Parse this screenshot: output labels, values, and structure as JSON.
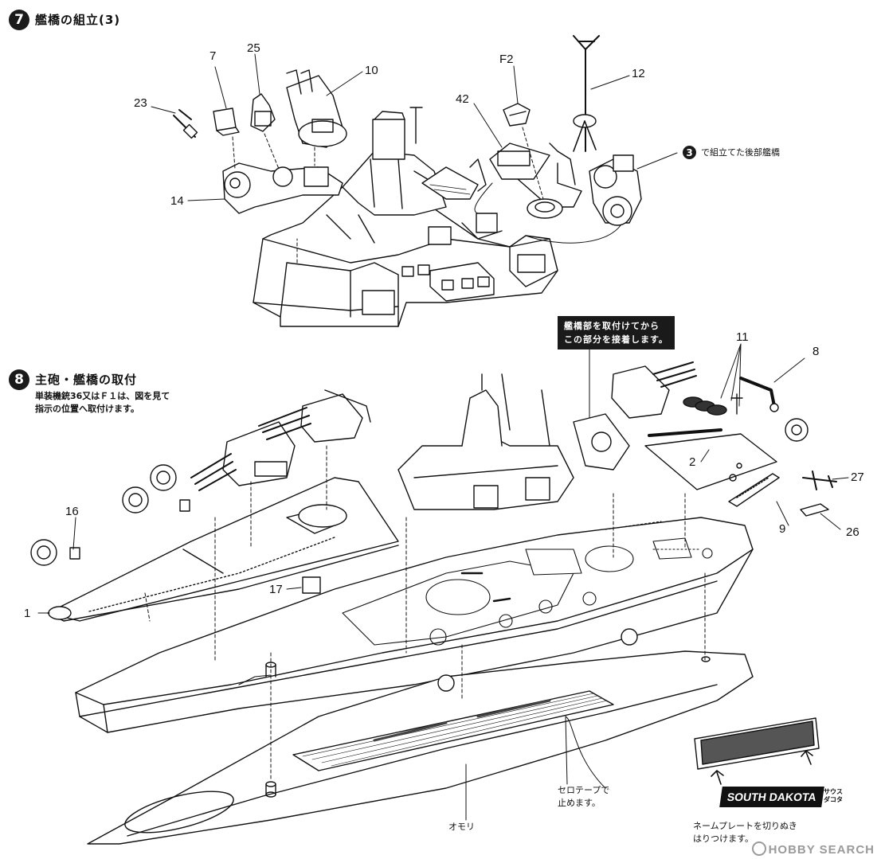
{
  "step7": {
    "number": "7",
    "title": "艦橋の組立(3)",
    "note_badge": "3",
    "note_text": "で組立てた後部艦橋"
  },
  "step8": {
    "number": "8",
    "title": "主砲・艦橋の取付",
    "note_line1": "単装機銃36又はＦ１は、図を見て",
    "note_line2": "指示の位置へ取付けます。"
  },
  "callout": {
    "line1": "艦橋部を取付けてから",
    "line2": "この部分を接着します。"
  },
  "part_numbers": {
    "p7": "7",
    "p25": "25",
    "p10": "10",
    "p23": "23",
    "pF2": "F2",
    "p12": "12",
    "p42": "42",
    "p14": "14",
    "p11": "11",
    "p8": "8",
    "p2": "2",
    "p27": "27",
    "p9": "9",
    "p26": "26",
    "p16": "16",
    "p1": "1",
    "p17": "17"
  },
  "labels": {
    "tape_line1": "セロテープで",
    "tape_line2": "止めます。",
    "weight": "オモリ",
    "nameplate_line1": "ネームプレートを切りぬき",
    "nameplate_line2": "はりつけます。"
  },
  "nameplate": {
    "text": "SOUTH DAKOTA",
    "kana_line1": "サウス",
    "kana_line2": "ダコタ"
  },
  "watermark": "HOBBY SEARCH"
}
